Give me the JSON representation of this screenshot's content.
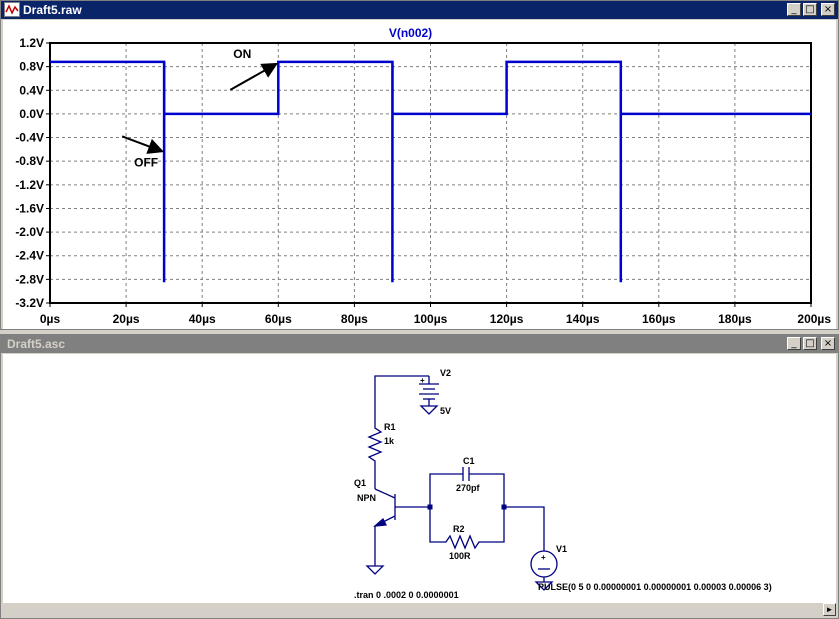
{
  "plot_window": {
    "title": "Draft5.raw"
  },
  "schematic_window": {
    "title": "Draft5.asc"
  },
  "window_controls": {
    "minimize": "_",
    "maximize": "□",
    "close": "×"
  },
  "chart_data": {
    "type": "line",
    "title": "V(n002)",
    "xlabel": "",
    "ylabel": "",
    "xlim": [
      0,
      200
    ],
    "ylim": [
      -3.2,
      1.2
    ],
    "x_ticks": [
      "0µs",
      "20µs",
      "40µs",
      "60µs",
      "80µs",
      "100µs",
      "120µs",
      "140µs",
      "160µs",
      "180µs",
      "200µs"
    ],
    "y_ticks": [
      "1.2V",
      "0.8V",
      "0.4V",
      "0.0V",
      "-0.4V",
      "-0.8V",
      "-1.2V",
      "-1.6V",
      "-2.0V",
      "-2.4V",
      "-2.8V",
      "-3.2V"
    ],
    "grid": true,
    "color": "#0000cc",
    "series": [
      {
        "name": "V(n002)",
        "x": [
          0,
          30,
          30,
          30.01,
          30.02,
          60,
          60.01,
          90,
          90,
          90.01,
          90.02,
          120,
          120.01,
          150,
          150,
          150.01,
          150.02,
          200
        ],
        "y": [
          0.88,
          0.88,
          -2.85,
          0.88,
          0.0,
          0.0,
          0.88,
          0.88,
          -2.85,
          0.88,
          0.0,
          0.0,
          0.88,
          0.88,
          -2.85,
          0.88,
          0.0,
          0.0
        ]
      }
    ],
    "annotations": [
      {
        "label": "ON",
        "at_x": 60,
        "at_y": 0.88
      },
      {
        "label": "OFF",
        "at_x": 30,
        "at_y": -0.65
      }
    ]
  },
  "schematic": {
    "v2": {
      "name": "V2",
      "value": "5V"
    },
    "r1": {
      "name": "R1",
      "value": "1k"
    },
    "q1": {
      "name": "Q1",
      "type": "NPN"
    },
    "c1": {
      "name": "C1",
      "value": "270pf"
    },
    "r2": {
      "name": "R2",
      "value": "100R"
    },
    "v1": {
      "name": "V1",
      "value": "PULSE(0 5 0 0.00000001 0.00000001 0.00003 0.00006 3)"
    },
    "plus_mark": "+",
    "directive": ".tran 0 .0002 0 0.0000001"
  }
}
